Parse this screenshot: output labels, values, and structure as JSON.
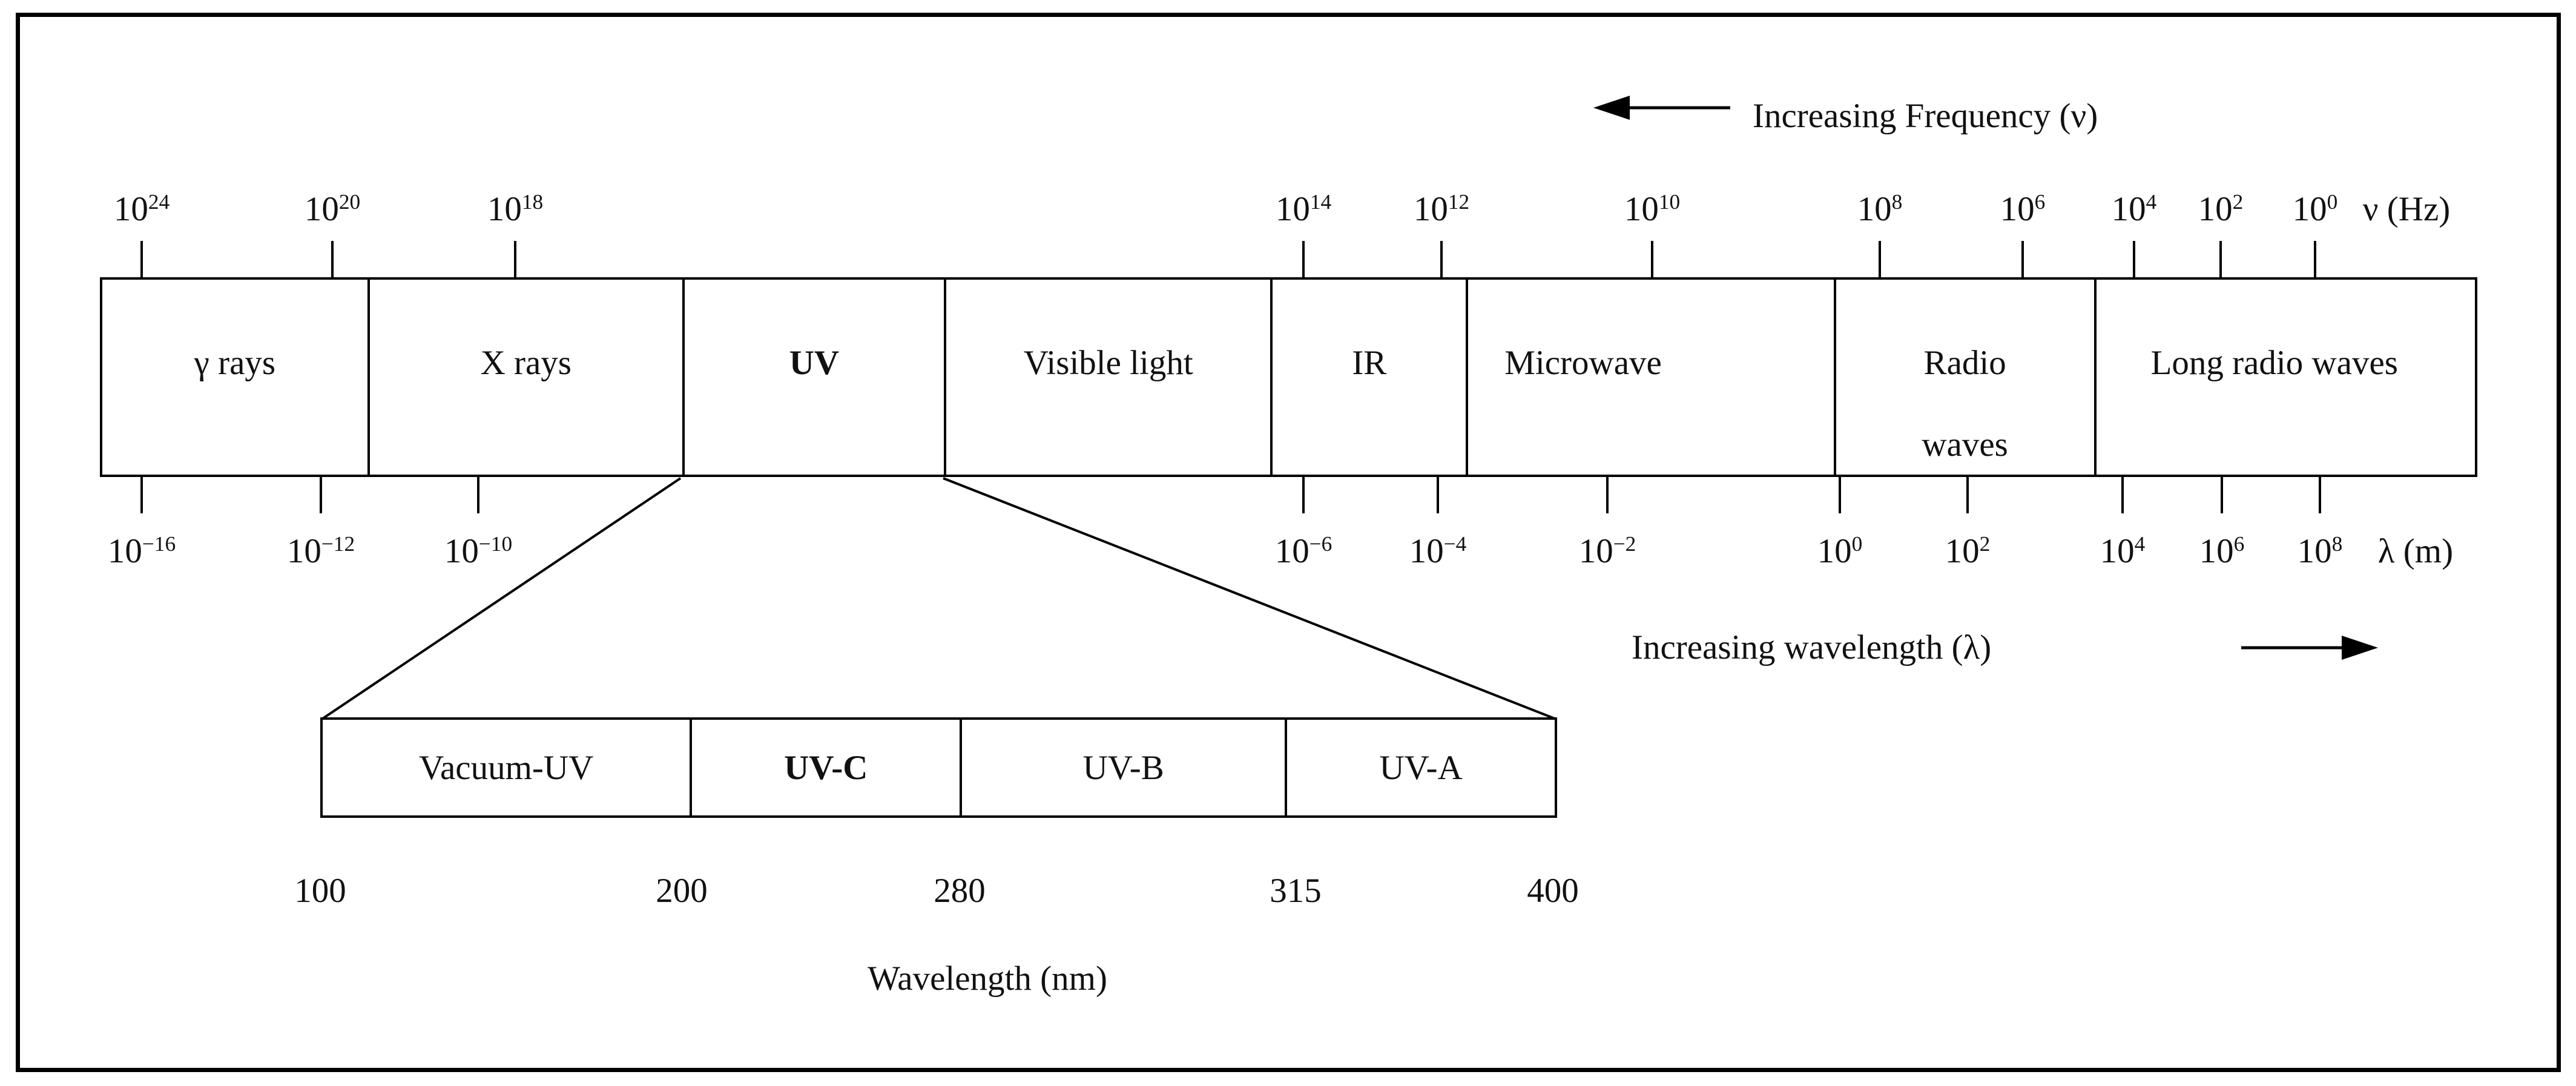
{
  "arrows": {
    "frequency": "Increasing Frequency (ν)",
    "wavelength": "Increasing wavelength (λ)"
  },
  "frequency_axis": {
    "unit": "ν (Hz)",
    "ticks": [
      {
        "base": "10",
        "exp": "24"
      },
      {
        "base": "10",
        "exp": "20"
      },
      {
        "base": "10",
        "exp": "18"
      },
      {
        "base": "10",
        "exp": "14"
      },
      {
        "base": "10",
        "exp": "12"
      },
      {
        "base": "10",
        "exp": "10"
      },
      {
        "base": "10",
        "exp": "8"
      },
      {
        "base": "10",
        "exp": "6"
      },
      {
        "base": "10",
        "exp": "4"
      },
      {
        "base": "10",
        "exp": "2"
      },
      {
        "base": "10",
        "exp": "0"
      }
    ]
  },
  "wavelength_axis": {
    "unit": "λ (m)",
    "ticks": [
      {
        "base": "10",
        "exp": "−16"
      },
      {
        "base": "10",
        "exp": "−12"
      },
      {
        "base": "10",
        "exp": "−10"
      },
      {
        "base": "10",
        "exp": "−6"
      },
      {
        "base": "10",
        "exp": "−4"
      },
      {
        "base": "10",
        "exp": "−2"
      },
      {
        "base": "10",
        "exp": "0"
      },
      {
        "base": "10",
        "exp": "2"
      },
      {
        "base": "10",
        "exp": "4"
      },
      {
        "base": "10",
        "exp": "6"
      },
      {
        "base": "10",
        "exp": "8"
      }
    ]
  },
  "bands": [
    {
      "label": "γ rays"
    },
    {
      "label": "X rays"
    },
    {
      "label": "UV"
    },
    {
      "label": "Visible light"
    },
    {
      "label": "IR"
    },
    {
      "label": "Microwave"
    },
    {
      "label": "Radio waves"
    },
    {
      "label": "Long radio waves"
    }
  ],
  "uv_detail": {
    "bands": [
      {
        "label": "Vacuum-UV"
      },
      {
        "label": "UV-C"
      },
      {
        "label": "UV-B"
      },
      {
        "label": "UV-A"
      }
    ],
    "scale_values": [
      "100",
      "200",
      "280",
      "315",
      "400"
    ],
    "axis_label": "Wavelength (nm)"
  }
}
